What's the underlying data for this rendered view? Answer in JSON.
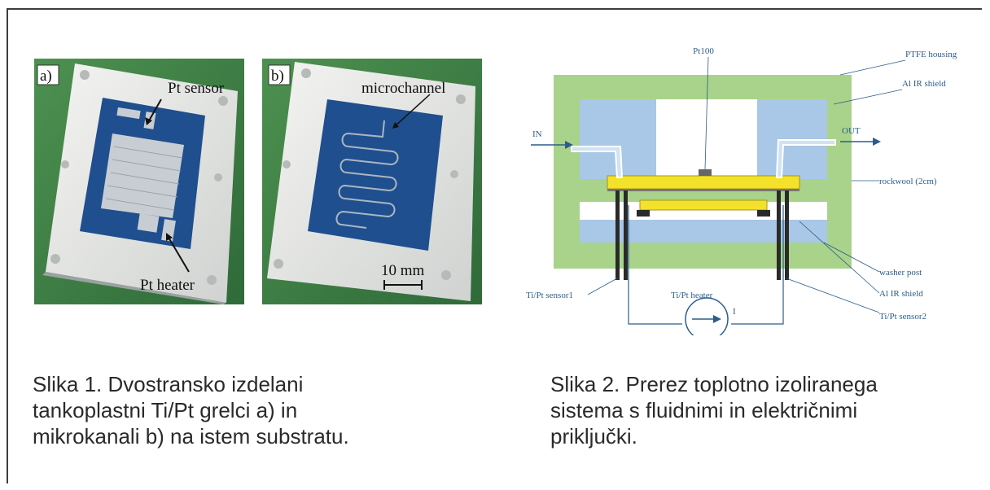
{
  "figure1": {
    "panel_a": {
      "tag": "a)",
      "label_sensor": "Pt sensor",
      "label_heater": "Pt heater"
    },
    "panel_b": {
      "tag": "b)",
      "label_channel": "microchannel",
      "scale_bar": "10 mm"
    },
    "caption": "Slika 1. Dvostransko izdelani\ntankoplastni Ti/Pt grelci a) in\nmikrokanali b) na istem substratu."
  },
  "figure2": {
    "labels": {
      "pt100": "Pt100",
      "ptfe_housing": "PTFE housing",
      "al_ir_shield_top": "Al IR shield",
      "inlet": "IN",
      "outlet": "OUT",
      "rockwool": "rockwool (2cm)",
      "washer_post": "washer post",
      "al_ir_shield_bottom": "Al IR shield",
      "sensor1": "Ti/Pt sensor1",
      "heater": "Ti/Pt heater",
      "current": "I",
      "sensor2": "Ti/Pt sensor2"
    },
    "caption": "Slika 2. Prerez toplotno izoliranega\nsistema s fluidnimi in električnimi\npriključki."
  },
  "colors": {
    "photo_background": "#3e7d43",
    "substrate": "#1f4f8e",
    "housing_green": "#a9d38a",
    "shield_blue": "#a9c7e6",
    "chip_yellow": "#f4e12a",
    "diagram_label": "#2c5d8a"
  }
}
